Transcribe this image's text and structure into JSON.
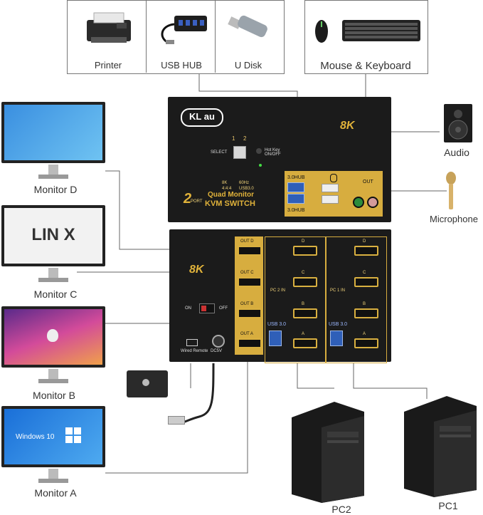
{
  "devices_top": {
    "printer": "Printer",
    "usb_hub": "USB HUB",
    "u_disk": "U Disk",
    "mouse_keyboard": "Mouse & Keyboard"
  },
  "audio_devices": {
    "audio": "Audio",
    "microphone": "Microphone"
  },
  "monitors": {
    "d": {
      "label": "Monitor D",
      "screen_text": ""
    },
    "c": {
      "label": "Monitor C",
      "screen_text": "LIN X"
    },
    "b": {
      "label": "Monitor B",
      "screen_text": ""
    },
    "a": {
      "label": "Monitor A",
      "screen_text": "Windows 10"
    }
  },
  "pcs": {
    "pc2": "PC2",
    "pc1": "PC1"
  },
  "kvm_front": {
    "brand": "KL au",
    "resolution_badge": "8K",
    "select_label": "SELECT",
    "select_nums": [
      "1",
      "2"
    ],
    "hotkey_label": "Hot Key ON/OFF",
    "spec_8k": "8K",
    "spec_60hz": "60Hz",
    "spec_444": "4:4:4",
    "spec_usb": "USB3.0",
    "port_badge": "2",
    "port_word": "PORT",
    "product_line1": "Quad Monitor",
    "product_line2": "KVM SWITCH",
    "hub_top": "3.0HUB",
    "hub_bottom": "3.0HUB",
    "out_label": "OUT"
  },
  "kvm_back": {
    "resolution_badge": "8K",
    "switch_on": "ON",
    "switch_off": "OFF",
    "wired_remote": "Wired Remote",
    "dc": "DC5V",
    "out_a": "OUT A",
    "out_b": "OUT B",
    "out_c": "OUT C",
    "out_d": "OUT D",
    "pc2_in": "PC 2 IN",
    "pc1_in": "PC 1 IN",
    "usb30_left": "USB 3.0",
    "usb30_right": "USB 3.0",
    "port_letters": [
      "D",
      "C",
      "B",
      "A"
    ]
  }
}
